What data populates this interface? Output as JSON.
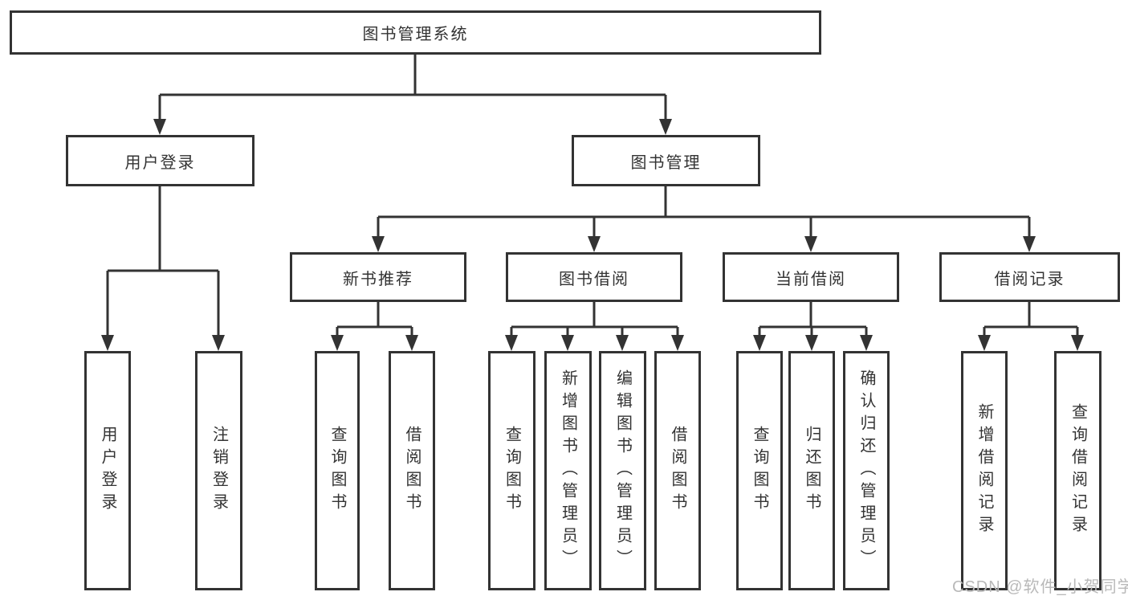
{
  "nodes": {
    "root": "图书管理系统",
    "user_login": "用户登录",
    "book_mgmt": "图书管理",
    "new_book_rec": "新书推荐",
    "book_borrow": "图书借阅",
    "current_borrow": "当前借阅",
    "borrow_records": "借阅记录",
    "leaf_user_login": "用户登录",
    "leaf_logout": "注销登录",
    "leaf_rec_query_books": "查询图书",
    "leaf_rec_borrow_books": "借阅图书",
    "leaf_bb_query_books": "查询图书",
    "leaf_bb_add_books": "新增图书（管理员）",
    "leaf_bb_edit_books": "编辑图书（管理员）",
    "leaf_bb_borrow_books": "借阅图书",
    "leaf_cb_query_books": "查询图书",
    "leaf_cb_return_books": "归还图书",
    "leaf_cb_confirm_return": "确认归还（管理员）",
    "leaf_br_add_record": "新增借阅记录",
    "leaf_br_query_record": "查询借阅记录"
  },
  "watermark": {
    "text": "CSDN @软件_小贺同学"
  },
  "colors": {
    "line": "#333333",
    "text": "#333333",
    "watermark": "#b9b9b9",
    "background": "#ffffff"
  }
}
